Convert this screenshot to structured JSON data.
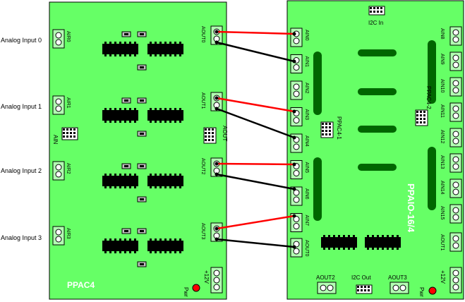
{
  "left_labels": [
    "Analog Input 0",
    "Analog Input 1",
    "Analog Input 2",
    "Analog Input 3"
  ],
  "ppac4": {
    "title": "PPAC4",
    "airs": [
      "AIR0",
      "AIR1",
      "AIR2",
      "AIR3"
    ],
    "aouts": [
      "AOUT0",
      "AOUT1",
      "AOUT2",
      "AOUT3"
    ],
    "ain_header": "AIN",
    "aout_header": "AOUT",
    "power": "+12V",
    "pwr_label": "Pwr"
  },
  "ppaio": {
    "title": "PPAIO-16/4",
    "i2c_in": "I2C In",
    "i2c_out": "I2C Out",
    "ppac4_1": "PPAC4-1",
    "ppac4_2": "PPAC4-2",
    "ain_left": [
      "AIN0",
      "AIN1",
      "AIN2",
      "AIN3",
      "AIN4",
      "AIN5",
      "AIN6",
      "AIN7"
    ],
    "ain_right": [
      "AIN8",
      "AIN9",
      "AIN10",
      "AIN11",
      "AIN12",
      "AIN13",
      "AIN14",
      "AIN15"
    ],
    "aout0": "AOUT0",
    "aout1": "AOUT1",
    "aout2": "AOUT2",
    "aout3": "AOUT3",
    "power": "+12V",
    "pwr_label": "Pwr"
  },
  "colors": {
    "board": "#66ff66",
    "terminal": "#b3ffb3",
    "chip": "#000000",
    "wire_red": "#ff0000",
    "wire_black": "#000000",
    "pwr_led": "#ff0000",
    "slot": "#006600"
  }
}
